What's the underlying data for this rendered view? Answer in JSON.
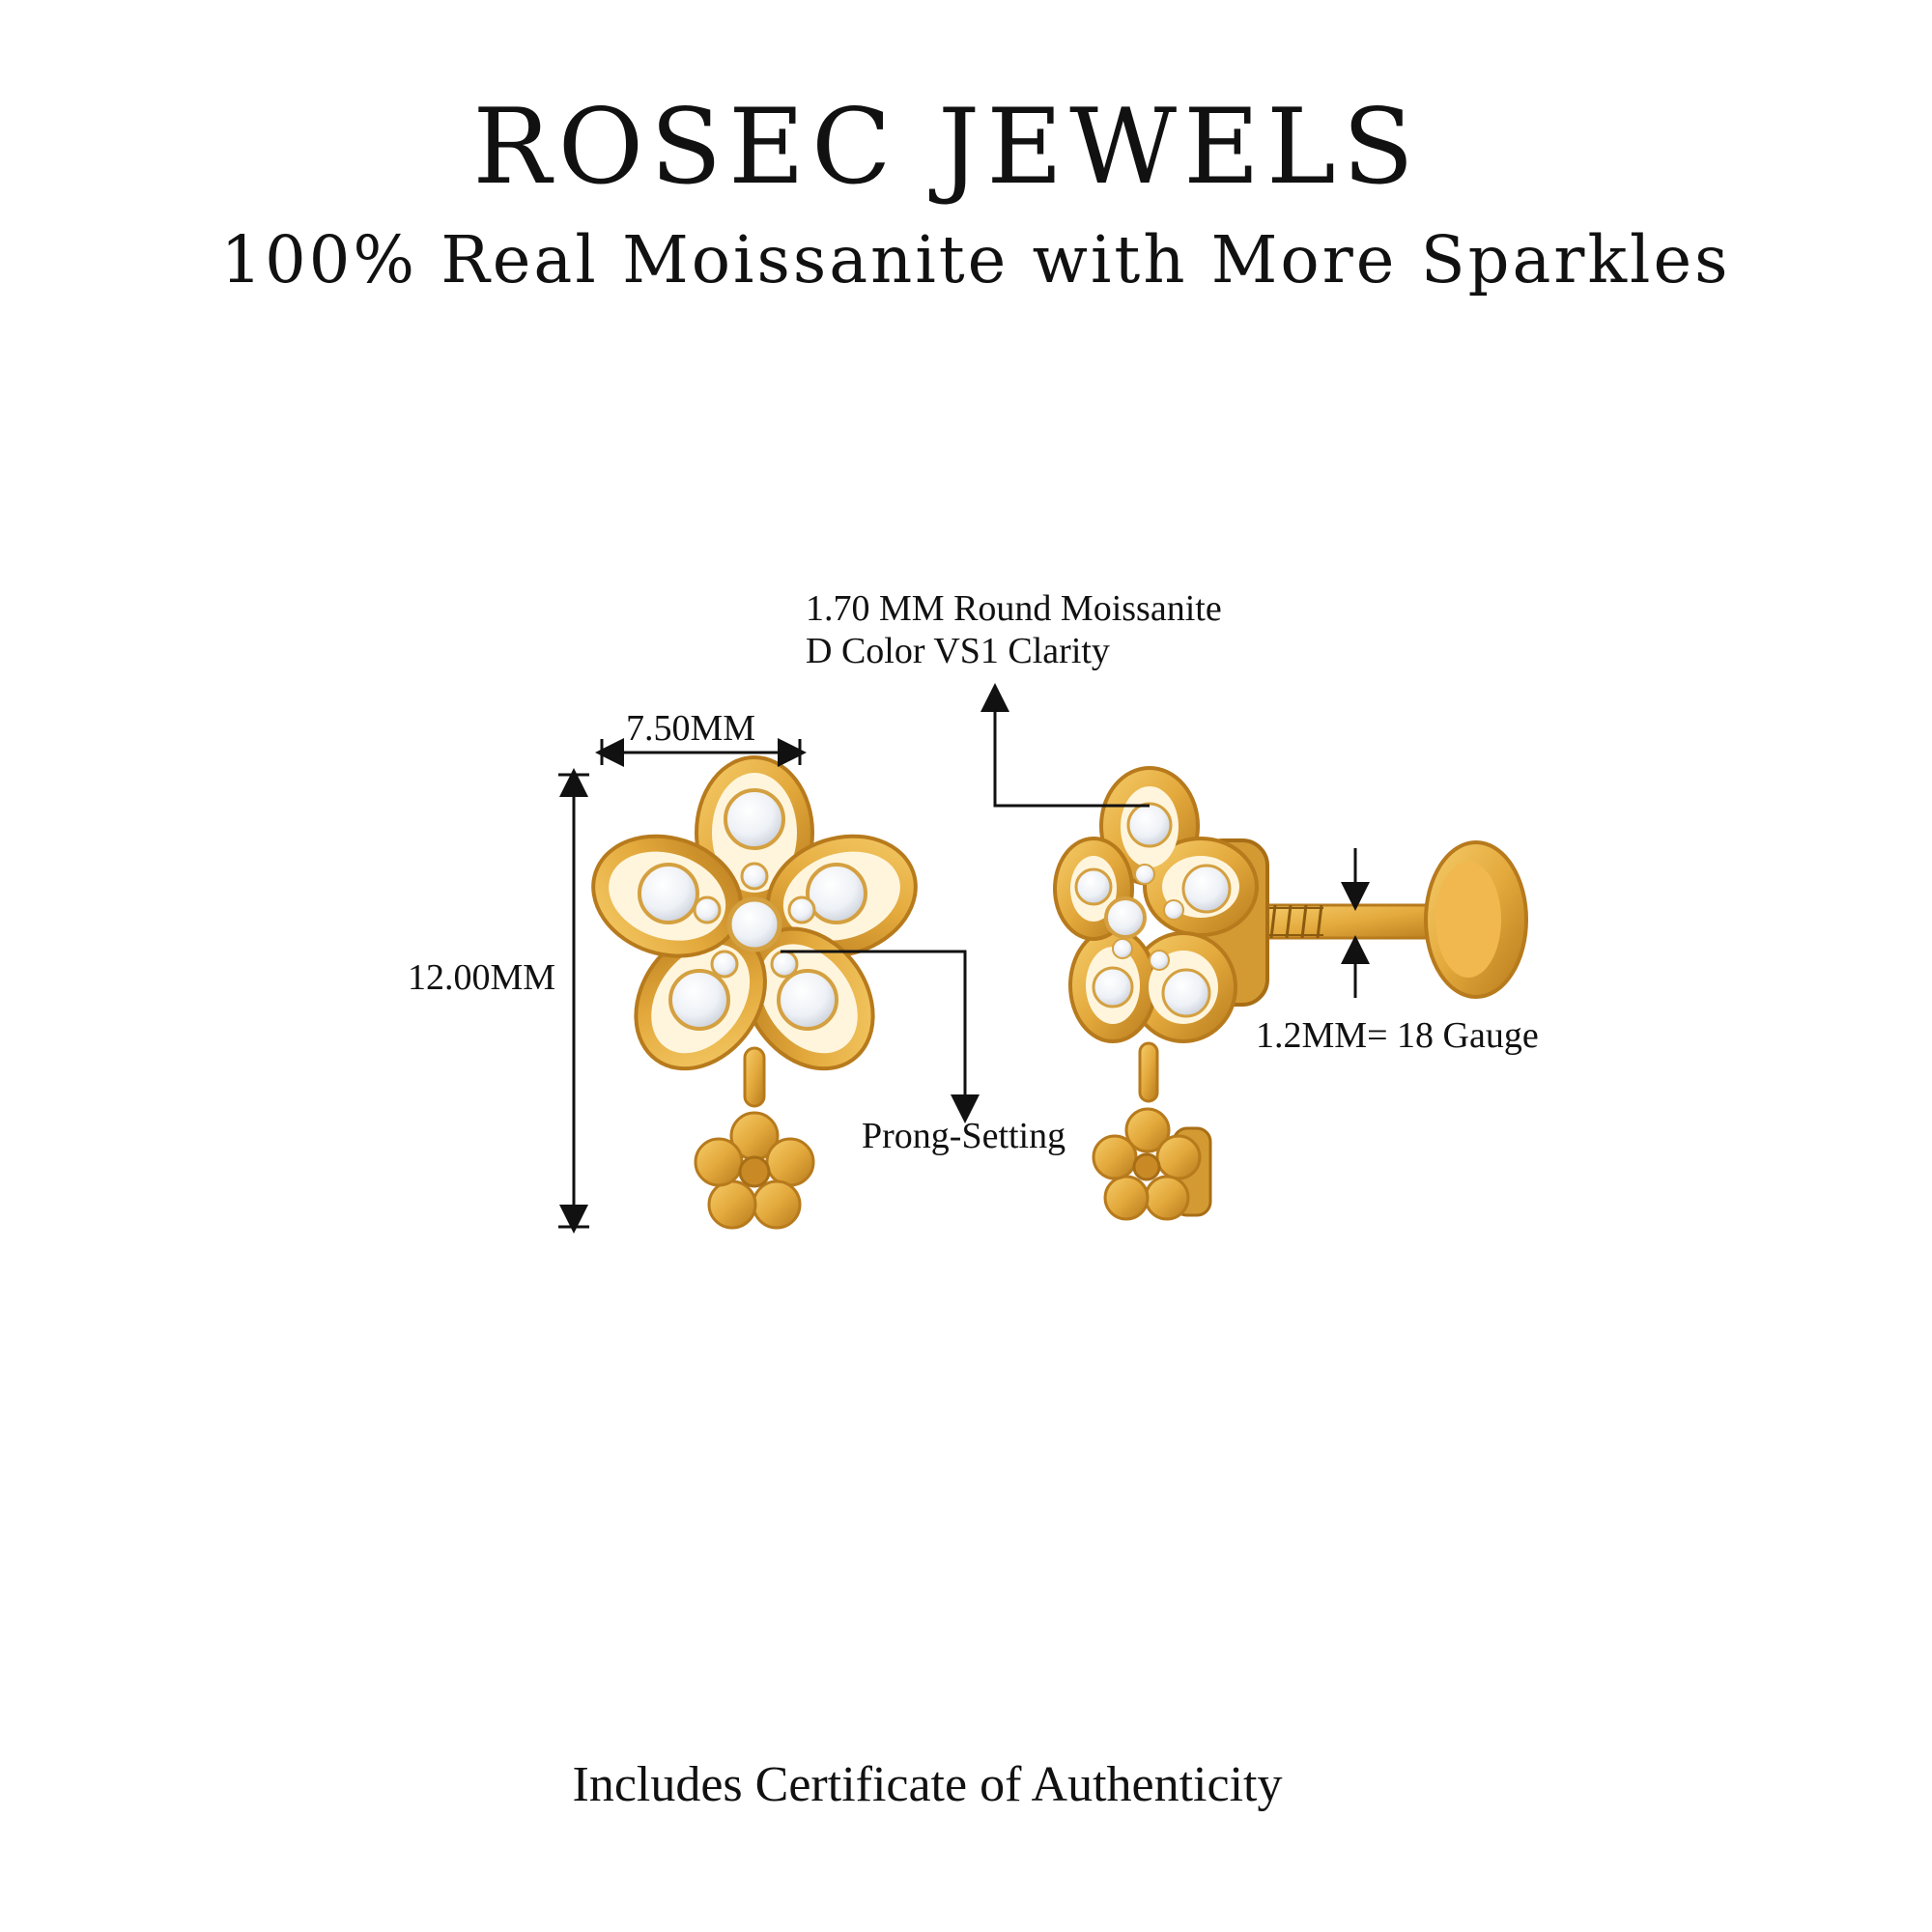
{
  "header": {
    "brand": "ROSEC JEWELS",
    "tagline": "100% Real Moissanite with More Sparkles"
  },
  "specs": {
    "width": "7.50MM",
    "height": "12.00MM",
    "stone_line1": "1.70 MM Round Moissanite",
    "stone_line2": "D Color VS1 Clarity",
    "gauge": "1.2MM= 18 Gauge",
    "setting": "Prong-Setting"
  },
  "footer": {
    "certificate": "Includes Certificate of Authenticity"
  },
  "colors": {
    "gold": "#e3a93c",
    "gold_dark": "#b77a1c",
    "stone": "#f4f6fa",
    "text": "#111111"
  }
}
